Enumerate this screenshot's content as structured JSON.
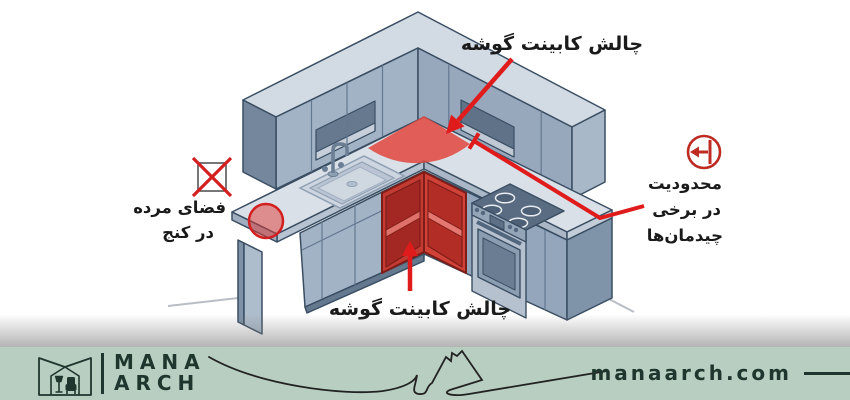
{
  "diagram": {
    "labels": {
      "corner_top": "چالش کابینت گوشه",
      "corner_bottom": "چالش کابینت گوشه",
      "dead_space_line1": "فضای مرده",
      "dead_space_line2": "در کنج",
      "limitation_line1": "محدودیت",
      "limitation_line2": "در برخی",
      "limitation_line3": "چیدمان‌ها"
    },
    "icons": {
      "dead_space": "crossed-square-icon",
      "limitation": "blocked-arrow-circle-icon"
    },
    "colors": {
      "annotation_red": "#e01b1b",
      "highlight_red": "#e04b42",
      "corner_cabinet_red": "#cf3a31",
      "cabinet_top": "#d2dae3",
      "cabinet_front_light": "#a3b3c6",
      "cabinet_front_dark": "#93a6bb",
      "cabinet_side": "#75879d",
      "countertop": "#dae0e8",
      "outline": "#3a4e63"
    }
  },
  "footer": {
    "brand_line1": "MANA",
    "brand_line2": "ARCH",
    "website": "manaarch.com",
    "colors": {
      "background": "#b7cec1",
      "text": "#1e362d"
    }
  }
}
